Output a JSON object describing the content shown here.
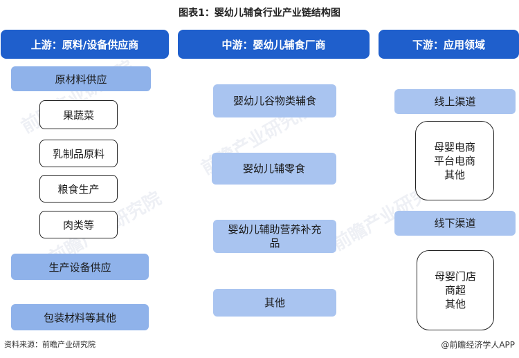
{
  "title": "图表1：婴幼儿辅食行业产业链结构图",
  "columns": {
    "upstream": {
      "header": "上游：原料/设备供应商",
      "raw_material": "原材料供应",
      "items": [
        "果蔬菜",
        "乳制品原料",
        "粮食生产",
        "肉类等"
      ],
      "equipment": "生产设备供应",
      "packaging": "包装材料等其他"
    },
    "midstream": {
      "header": "中游：婴幼儿辅食厂商",
      "items": [
        "婴幼儿谷物类辅食",
        "婴幼儿辅零食",
        "婴幼儿辅助营养补充\n品",
        "其他"
      ]
    },
    "downstream": {
      "header": "下游：应用领域",
      "online": "线上渠道",
      "online_items": [
        "母婴电商",
        "平台电商",
        "其他"
      ],
      "offline": "线下渠道",
      "offline_items": [
        "母婴门店",
        "商超",
        "其他"
      ]
    }
  },
  "footer": {
    "source": "资料来源：前瞻产业研究院",
    "brand": "@前瞻经济学人APP"
  },
  "watermark": "前瞻产业研究院"
}
